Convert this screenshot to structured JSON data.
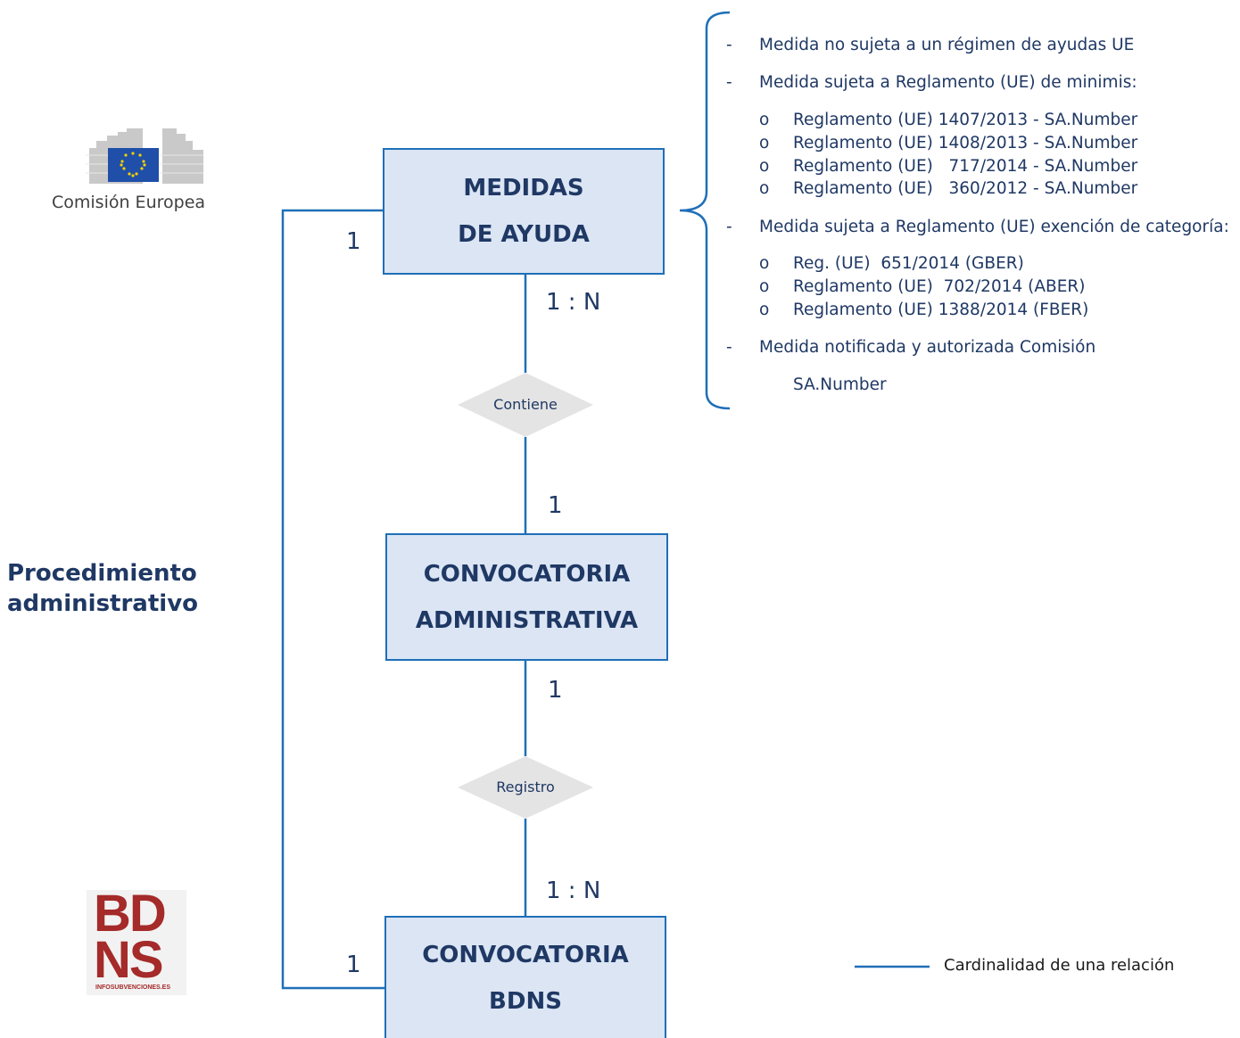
{
  "logos": {
    "ec_caption": "Comisión Europea",
    "bdns_top": "BD",
    "bdns_bottom": "NS",
    "bdns_subtitle": "INFOSUBVENCIONES.ES"
  },
  "entities": {
    "medidas": [
      "MEDIDAS",
      "DE AYUDA"
    ],
    "convocatoria_admin": [
      "CONVOCATORIA",
      "ADMINISTRATIVA"
    ],
    "convocatoria_bdns": [
      "CONVOCATORIA",
      "BDNS"
    ]
  },
  "relations": {
    "contiene": "Contiene",
    "registro": "Registro"
  },
  "cardinalities": {
    "medidas_left": "1",
    "medidas_contiene": "1 : N",
    "contiene_admin": "1",
    "admin_registro": "1",
    "registro_bdns": "1 : N",
    "bdns_left": "1"
  },
  "procedimiento": [
    "Procedimiento",
    "administrativo"
  ],
  "rules": {
    "r1": "Medida no sujeta a un régimen de ayudas UE",
    "r2": "Medida sujeta a Reglamento (UE) de minimis:",
    "r2_items": [
      "Reglamento (UE) 1407/2013 - SA.Number",
      "Reglamento (UE) 1408/2013 - SA.Number",
      "Reglamento (UE)   717/2014 - SA.Number",
      "Reglamento (UE)   360/2012 - SA.Number"
    ],
    "r3": "Medida sujeta a Reglamento (UE) exención de categoría:",
    "r3_items": [
      "Reg. (UE)  651/2014 (GBER)",
      "Reglamento (UE)  702/2014 (ABER)",
      "Reglamento (UE) 1388/2014 (FBER)"
    ],
    "r4": "Medida notificada y autorizada Comisión",
    "r4_sub": "SA.Number",
    "dash": "-",
    "bullet": "o"
  },
  "legend": {
    "label": "Cardinalidad de una relación"
  },
  "colors": {
    "line": "#1f6fb8",
    "entity_fill": "#dbe5f4",
    "text": "#1f3864",
    "diamond": "#e4e4e4",
    "bdns_red": "#a52a2a"
  }
}
